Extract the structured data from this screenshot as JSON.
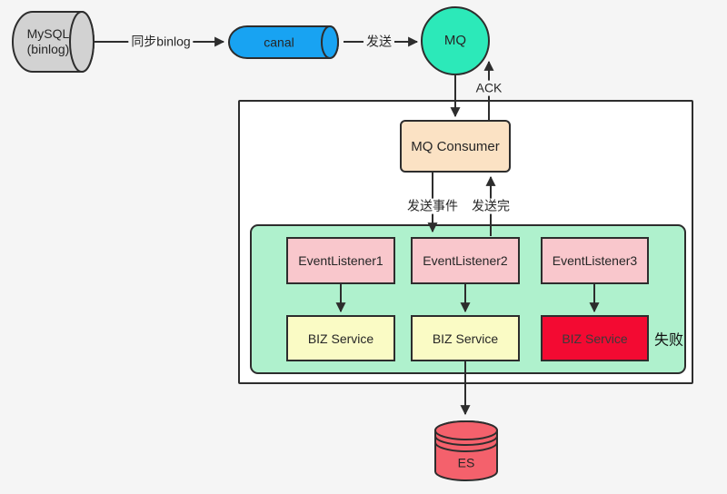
{
  "colors": {
    "background": "#f5f5f5",
    "stroke": "#2d2d2d",
    "mysql_fill": "#d2d2d2",
    "canal_fill": "#18a3f2",
    "mq_fill": "#2ce9b9",
    "consumer_fill": "#fbe2c4",
    "outer_box_fill": "#ffffff",
    "listener_group_fill": "#aff1cd",
    "listener_fill": "#f9c7cc",
    "biz_fill": "#fafbc5",
    "biz_failed_fill": "#f30a32",
    "es_fill": "#f4616c"
  },
  "nodes": {
    "mysql": {
      "line1": "MySQL",
      "line2": "(binlog)"
    },
    "canal": {
      "label": "canal"
    },
    "mq": {
      "label": "MQ"
    },
    "consumer": {
      "label": "MQ Consumer"
    },
    "listeners": [
      {
        "label": "EventListener1"
      },
      {
        "label": "EventListener2"
      },
      {
        "label": "EventListener3"
      }
    ],
    "biz": [
      {
        "label": "BIZ Service",
        "status": "normal"
      },
      {
        "label": "BIZ Service",
        "status": "normal"
      },
      {
        "label": "BIZ Service",
        "status": "failed"
      }
    ],
    "es": {
      "label": "ES"
    }
  },
  "edges": {
    "sync_binlog": "同步binlog",
    "send": "发送",
    "ack": "ACK",
    "send_event": "发送事件",
    "send_done": "发送完",
    "failed": "失败"
  }
}
